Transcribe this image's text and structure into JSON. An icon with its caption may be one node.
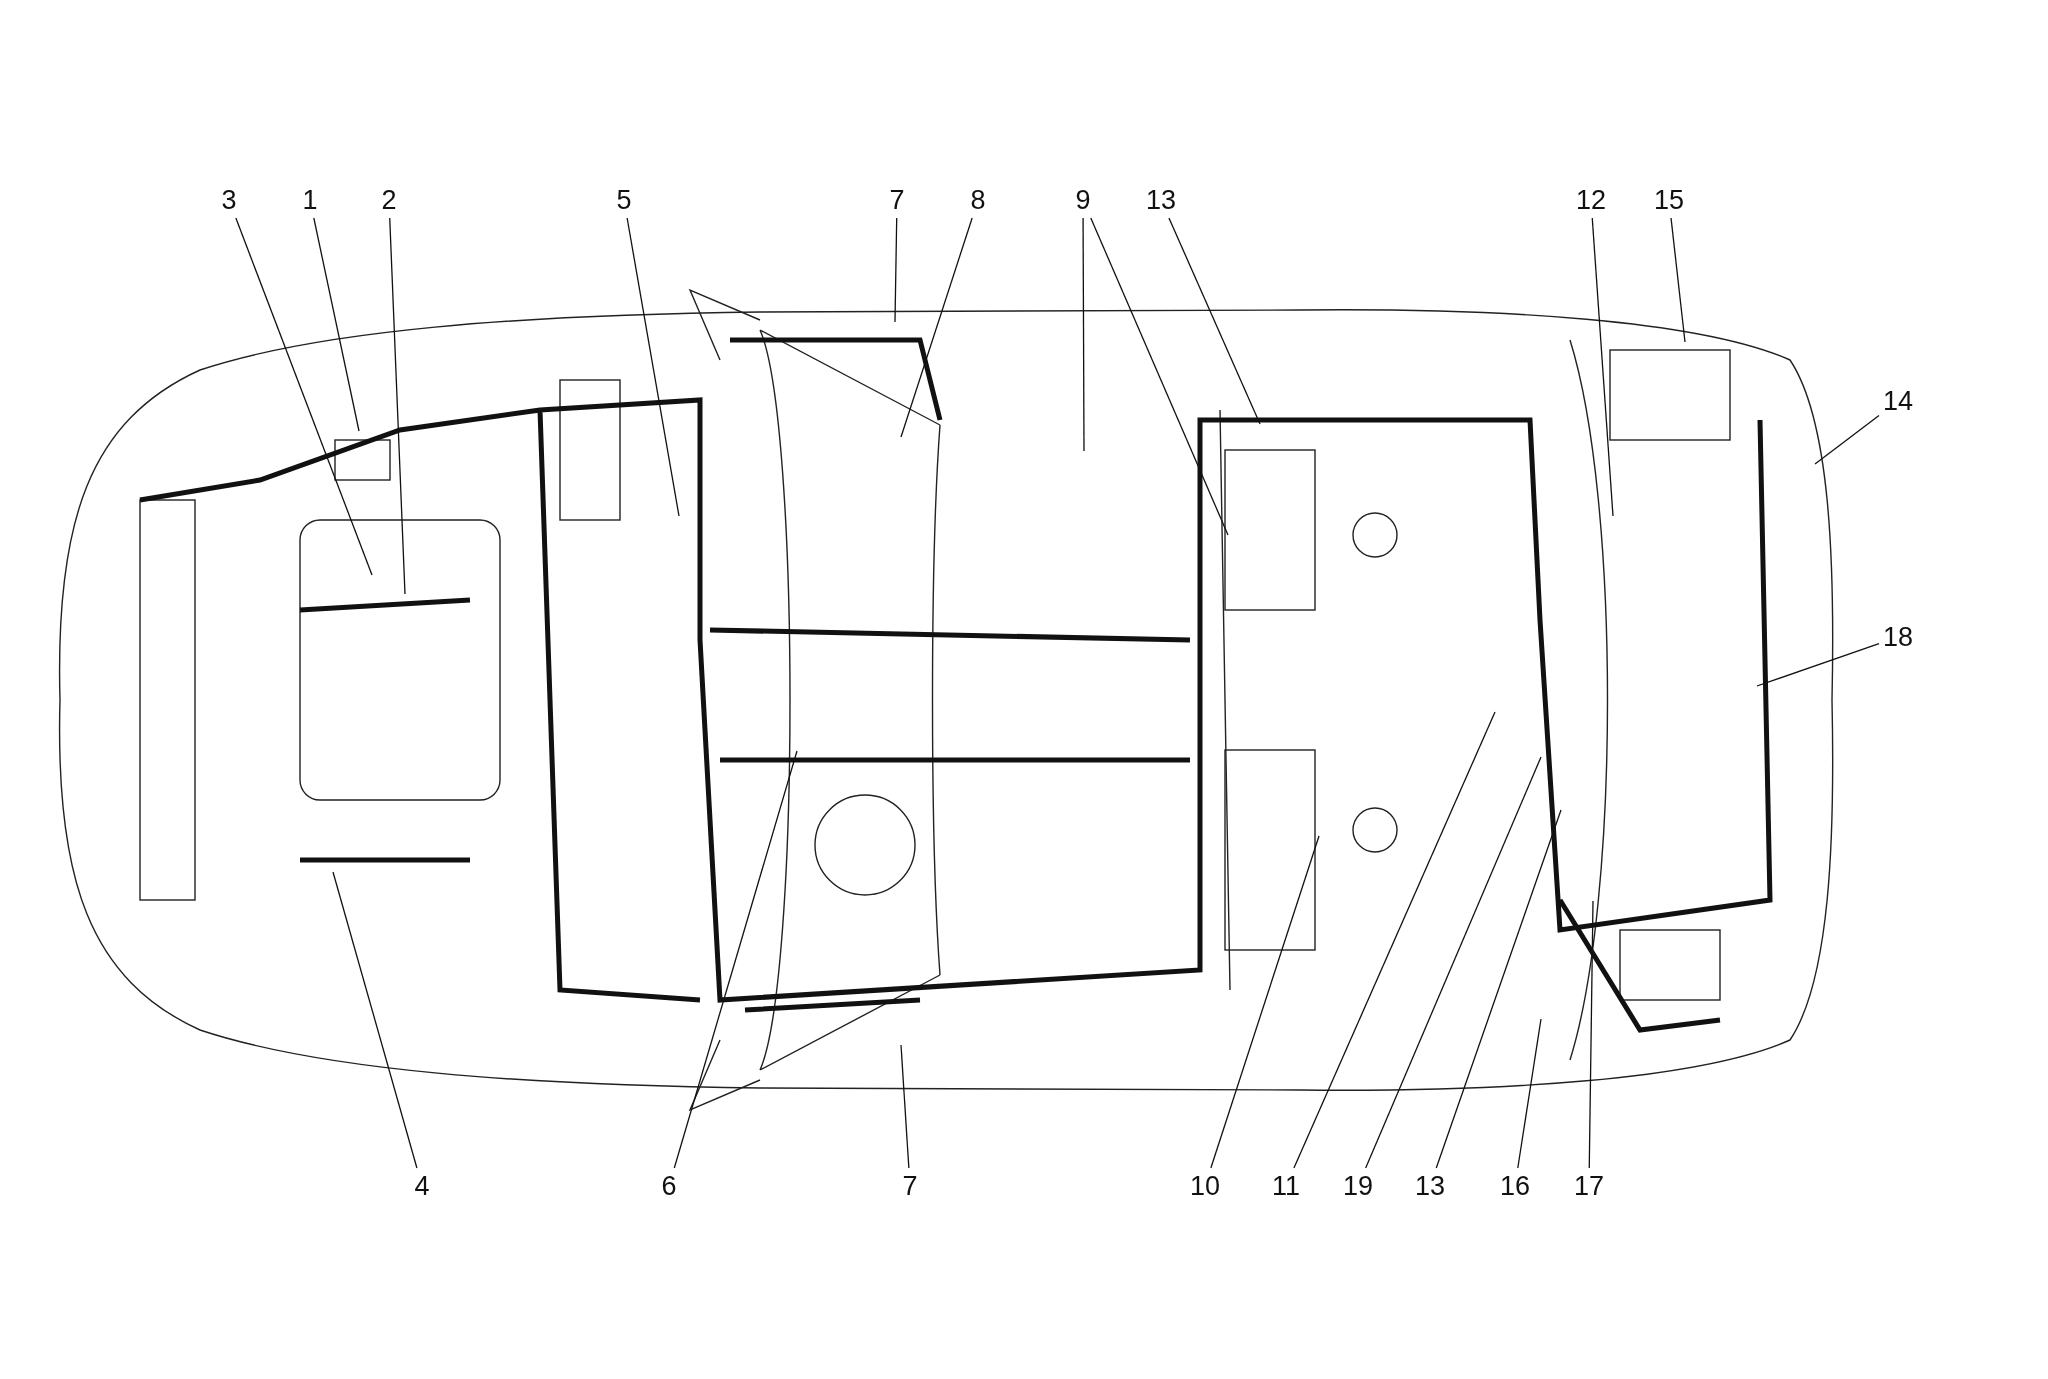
{
  "diagram": {
    "nodes": [
      {
        "text": [
          "3"
        ]
      },
      {
        "text": [
          "1"
        ]
      },
      {
        "text": [
          "2"
        ]
      },
      {
        "text": [
          "5"
        ]
      },
      {
        "text": [
          "7"
        ]
      },
      {
        "text": [
          "8"
        ]
      },
      {
        "text": [
          "9"
        ]
      },
      {
        "text": [
          "13"
        ]
      },
      {
        "text": [
          "12"
        ]
      },
      {
        "text": [
          "15"
        ]
      },
      {
        "text": [
          "14"
        ]
      },
      {
        "text": [
          "18"
        ]
      },
      {
        "text": [
          "4"
        ]
      },
      {
        "text": [
          "6"
        ]
      },
      {
        "text": [
          "7"
        ]
      },
      {
        "text": [
          "10"
        ]
      },
      {
        "text": [
          "11"
        ]
      },
      {
        "text": [
          "19"
        ]
      },
      {
        "text": [
          "13"
        ]
      },
      {
        "text": [
          "16"
        ]
      },
      {
        "text": [
          "17"
        ]
      }
    ],
    "edges": [
      {
        "from": 0,
        "to": null,
        "arrow": "none"
      },
      {
        "from": 1,
        "to": null,
        "arrow": "none"
      },
      {
        "from": 2,
        "to": null,
        "arrow": "none"
      },
      {
        "from": 3,
        "to": null,
        "arrow": "none"
      },
      {
        "from": 4,
        "to": null,
        "arrow": "none"
      },
      {
        "from": 5,
        "to": null,
        "arrow": "none"
      },
      {
        "from": 6,
        "to": null,
        "arrow": "none"
      },
      {
        "from": 6,
        "to": null,
        "arrow": "none"
      },
      {
        "from": 7,
        "to": null,
        "arrow": "none"
      },
      {
        "from": 8,
        "to": null,
        "arrow": "none"
      },
      {
        "from": 9,
        "to": null,
        "arrow": "none"
      },
      {
        "from": 10,
        "to": null,
        "arrow": "none"
      },
      {
        "from": 11,
        "to": null,
        "arrow": "none"
      },
      {
        "from": 12,
        "to": null,
        "arrow": "none"
      },
      {
        "from": 13,
        "to": null,
        "arrow": "none"
      },
      {
        "from": 14,
        "to": null,
        "arrow": "none"
      },
      {
        "from": 15,
        "to": null,
        "arrow": "none"
      },
      {
        "from": 16,
        "to": null,
        "arrow": "none"
      },
      {
        "from": 17,
        "to": null,
        "arrow": "none"
      },
      {
        "from": 18,
        "to": null,
        "arrow": "none"
      },
      {
        "from": 19,
        "to": null,
        "arrow": "none"
      },
      {
        "from": 20,
        "to": null,
        "arrow": "none"
      }
    ]
  }
}
